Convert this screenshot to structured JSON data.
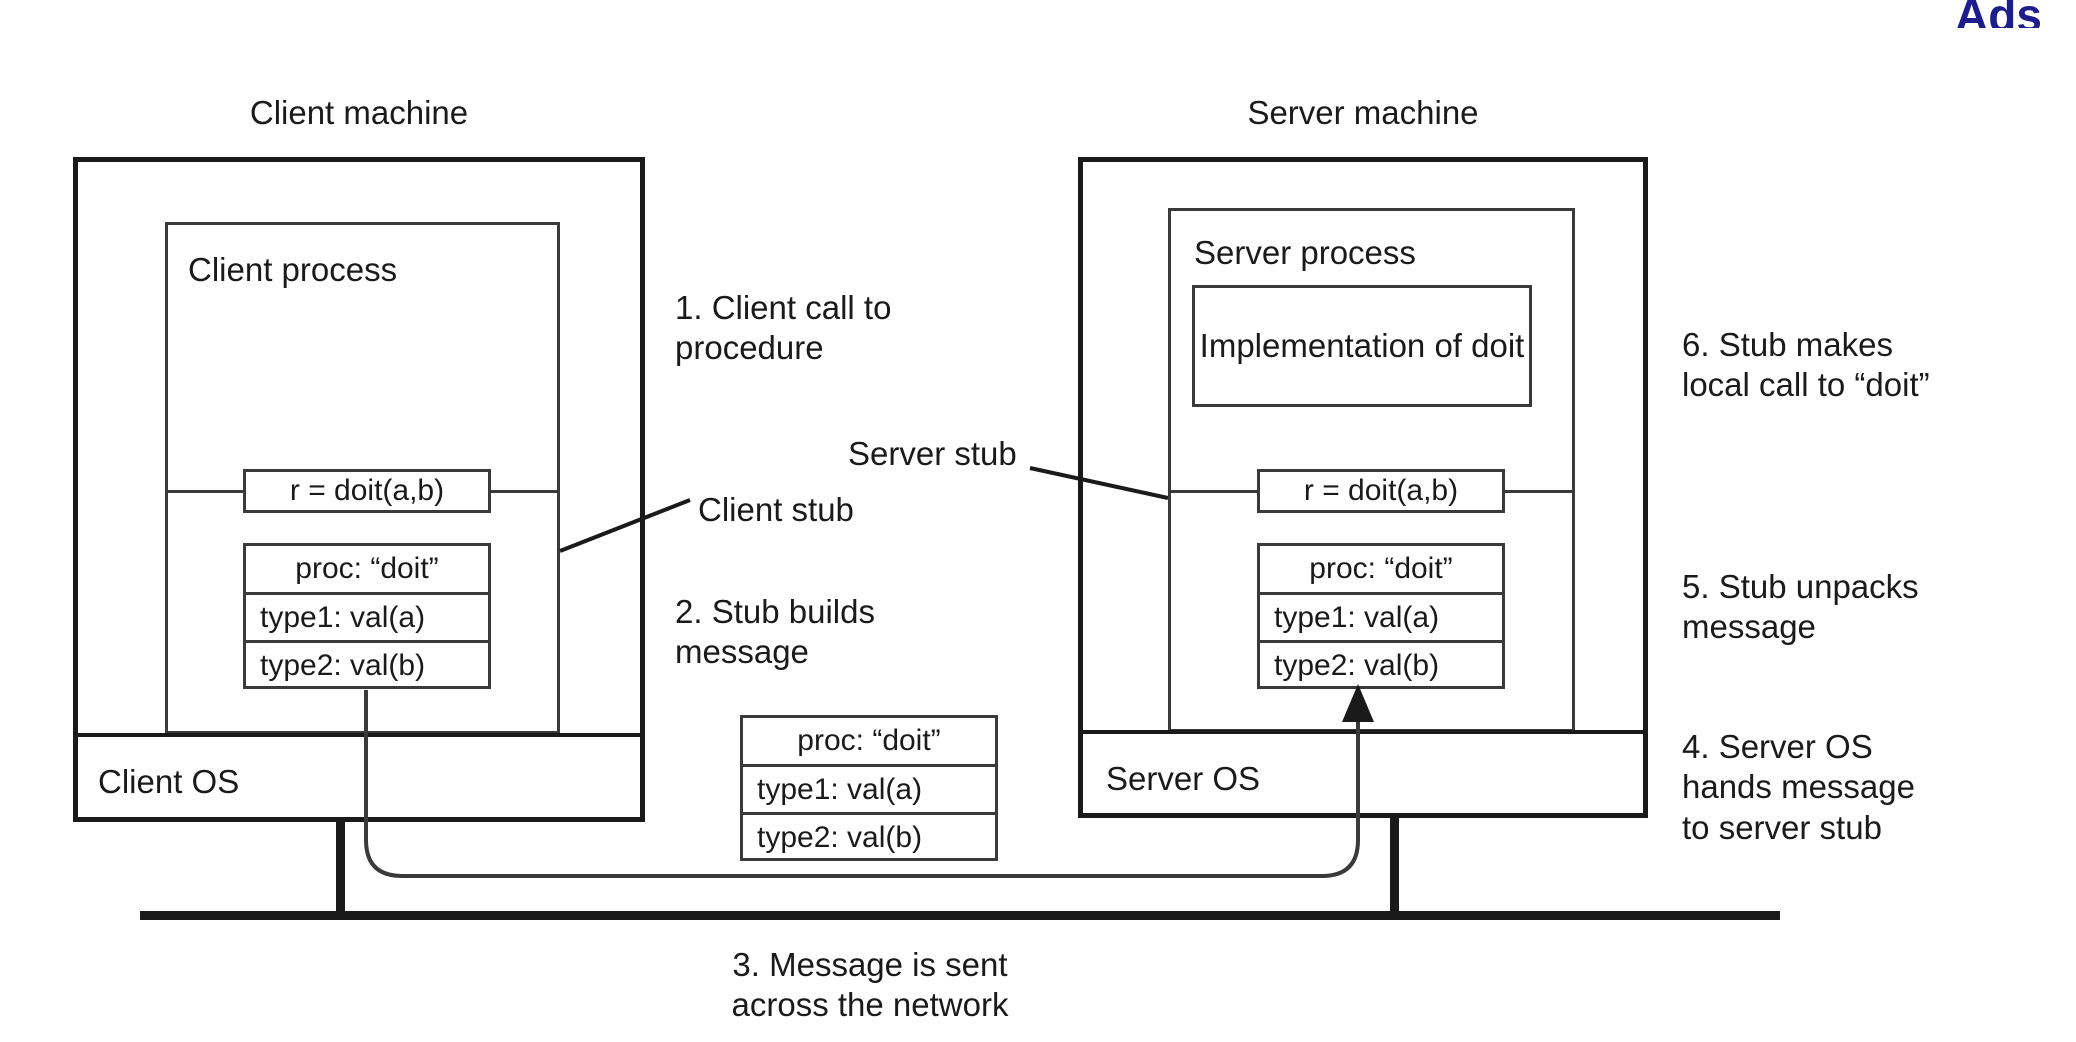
{
  "brand": {
    "text": "Ads"
  },
  "client_machine": {
    "title": "Client machine",
    "process_label": "Client process",
    "os_label": "Client OS",
    "call_label": "r = doit(a,b)",
    "message": {
      "rows": [
        "proc: “doit”",
        "type1:  val(a)",
        "type2:  val(b)"
      ]
    }
  },
  "server_machine": {
    "title": "Server machine",
    "process_label": "Server process",
    "os_label": "Server OS",
    "impl_label": "Implementation\nof doit",
    "call_label": "r = doit(a,b)",
    "message": {
      "rows": [
        "proc: “doit”",
        "type1:  val(a)",
        "type2:  val(b)"
      ]
    }
  },
  "network_message": {
    "rows": [
      "proc: “doit”",
      "type1:  val(a)",
      "type2:  val(b)"
    ]
  },
  "stub_labels": {
    "client": "Client stub",
    "server": "Server stub"
  },
  "steps": {
    "s1": "1. Client call to\n     procedure",
    "s2": "2. Stub builds\n     message",
    "s3": "3. Message is sent\nacross the network",
    "s4": "4. Server OS\n    hands message\n    to server stub",
    "s5": "5. Stub unpacks\n    message",
    "s6": "6. Stub makes\n    local call to “doit”"
  },
  "colors": {
    "ink": "#1a1a1a",
    "thin_line": "#3a3a3a",
    "brand": "#1d1d8c",
    "background": "#ffffff"
  }
}
